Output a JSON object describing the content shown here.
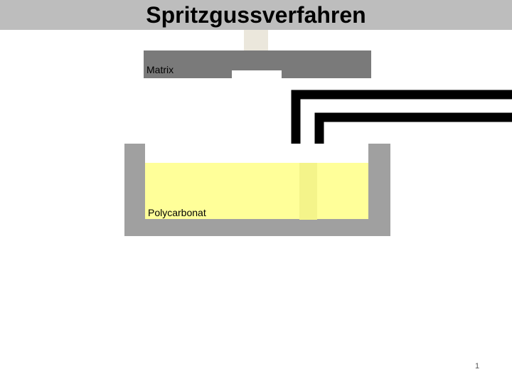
{
  "slide": {
    "title": "Spritzgussverfahren",
    "page_number": "1"
  },
  "diagram": {
    "matrix_label": "Matrix",
    "material_label": "Polycarbonat"
  },
  "colors": {
    "title_bar": "#bdbdbd",
    "matrix": "#7a7a7a",
    "plunger": "#ebe7dc",
    "mold": "#a0a0a0",
    "polycarbonate": "#ffff99",
    "channel": "#000000"
  }
}
